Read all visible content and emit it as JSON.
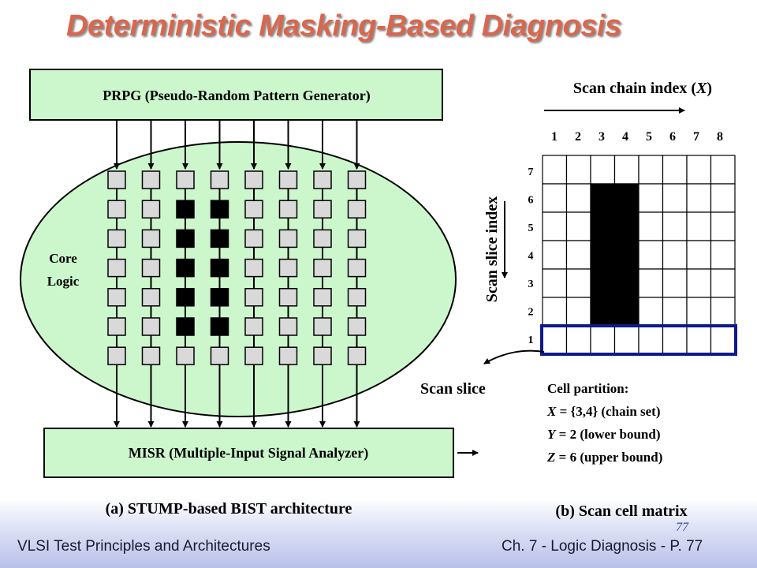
{
  "title": "Deterministic Masking-Based Diagnosis",
  "architecture": {
    "prpg_label": "PRPG (Pseudo-Random Pattern Generator)",
    "misr_label": "MISR (Multiple-Input Signal Analyzer)",
    "core_label_line1": "Core",
    "core_label_line2": "Logic",
    "caption": "(a) STUMP-based BIST architecture",
    "chains": 8,
    "cells_per_chain": 7,
    "masked_chains": [
      3,
      4
    ],
    "masked_slices": [
      2,
      6
    ],
    "colors": {
      "core_fill": "#ccf7cc",
      "box_fill": "#ccf7cc",
      "cell_fill": "#d9d9d9",
      "masked_cell_fill": "#000000"
    }
  },
  "matrix": {
    "x_axis_title_prefix": "Scan chain index (",
    "x_axis_var": "X",
    "x_axis_title_suffix": ")",
    "y_axis_title": "Scan slice  index",
    "x_ticks": [
      "1",
      "2",
      "3",
      "4",
      "5",
      "6",
      "7",
      "8"
    ],
    "y_ticks": [
      "7",
      "6",
      "5",
      "4",
      "3",
      "2",
      "1"
    ],
    "scan_slice_label": "Scan slice",
    "highlighted_slice": 1,
    "highlight_color": "#0d1a8c",
    "caption": "(b) Scan cell matrix",
    "partition": {
      "heading": "Cell partition:",
      "x_var": "X",
      "x_text": " = {3,4} (chain set)",
      "y_var": "Y",
      "y_text": " = 2 (lower bound)",
      "z_var": "Z",
      "z_text": " = 6 (upper bound)"
    }
  },
  "footer": {
    "left": "VLSI Test Principles and Architectures",
    "right": "Ch. 7 - Logic Diagnosis  - P. 77",
    "page_number": "77"
  }
}
